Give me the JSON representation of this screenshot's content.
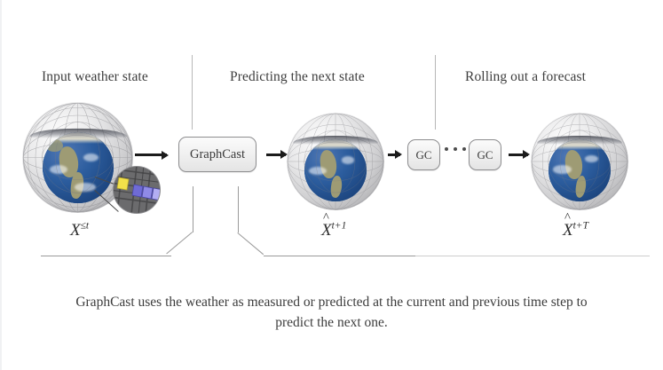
{
  "figure": {
    "background_color": "#ffffff",
    "caption": "GraphCast uses the weather as measured or predicted at the current and previous time step to predict the next one."
  },
  "sections": [
    {
      "id": "input",
      "title": "Input weather state"
    },
    {
      "id": "predict",
      "title": "Predicting the next state"
    },
    {
      "id": "rollout",
      "title": "Rolling out a forecast"
    }
  ],
  "boxes": {
    "graphcast_label": "GraphCast",
    "gc_label_1": "GC",
    "gc_label_2": "GC",
    "box_fill_color": "#efefef",
    "box_border_color": "#8d8d8f"
  },
  "labels": {
    "input_state": {
      "base": "X",
      "superscript": "≤t",
      "hat": false
    },
    "next_state": {
      "base": "X",
      "superscript": "t+1",
      "hat": true
    },
    "forecast_state": {
      "base": "X",
      "superscript": "t+T",
      "hat": true
    }
  },
  "globes": [
    {
      "id": "globe-input",
      "name": "input-weather-state-globe"
    },
    {
      "id": "globe-next",
      "name": "next-state-globe"
    },
    {
      "id": "globe-forecast",
      "name": "forecast-state-globe"
    }
  ],
  "magnifier": {
    "name": "grid-cell-magnifier",
    "highlight_colors": [
      "#f2e04a",
      "#6f6bd6",
      "#8f8ae6",
      "#b3aef2"
    ],
    "cell_color": "#6b6b6d"
  },
  "arrows": {
    "count": 4,
    "color": "#1b1b1b"
  },
  "ellipsis": "· · ·",
  "colors": {
    "divider": "#b7b7b7",
    "guide_line": "#9a9a9a",
    "text": "#3c3c3c",
    "earth_ocean": "#2c5d9e",
    "earth_land": "#9e9b74",
    "mesh": "#cfcfd1"
  }
}
